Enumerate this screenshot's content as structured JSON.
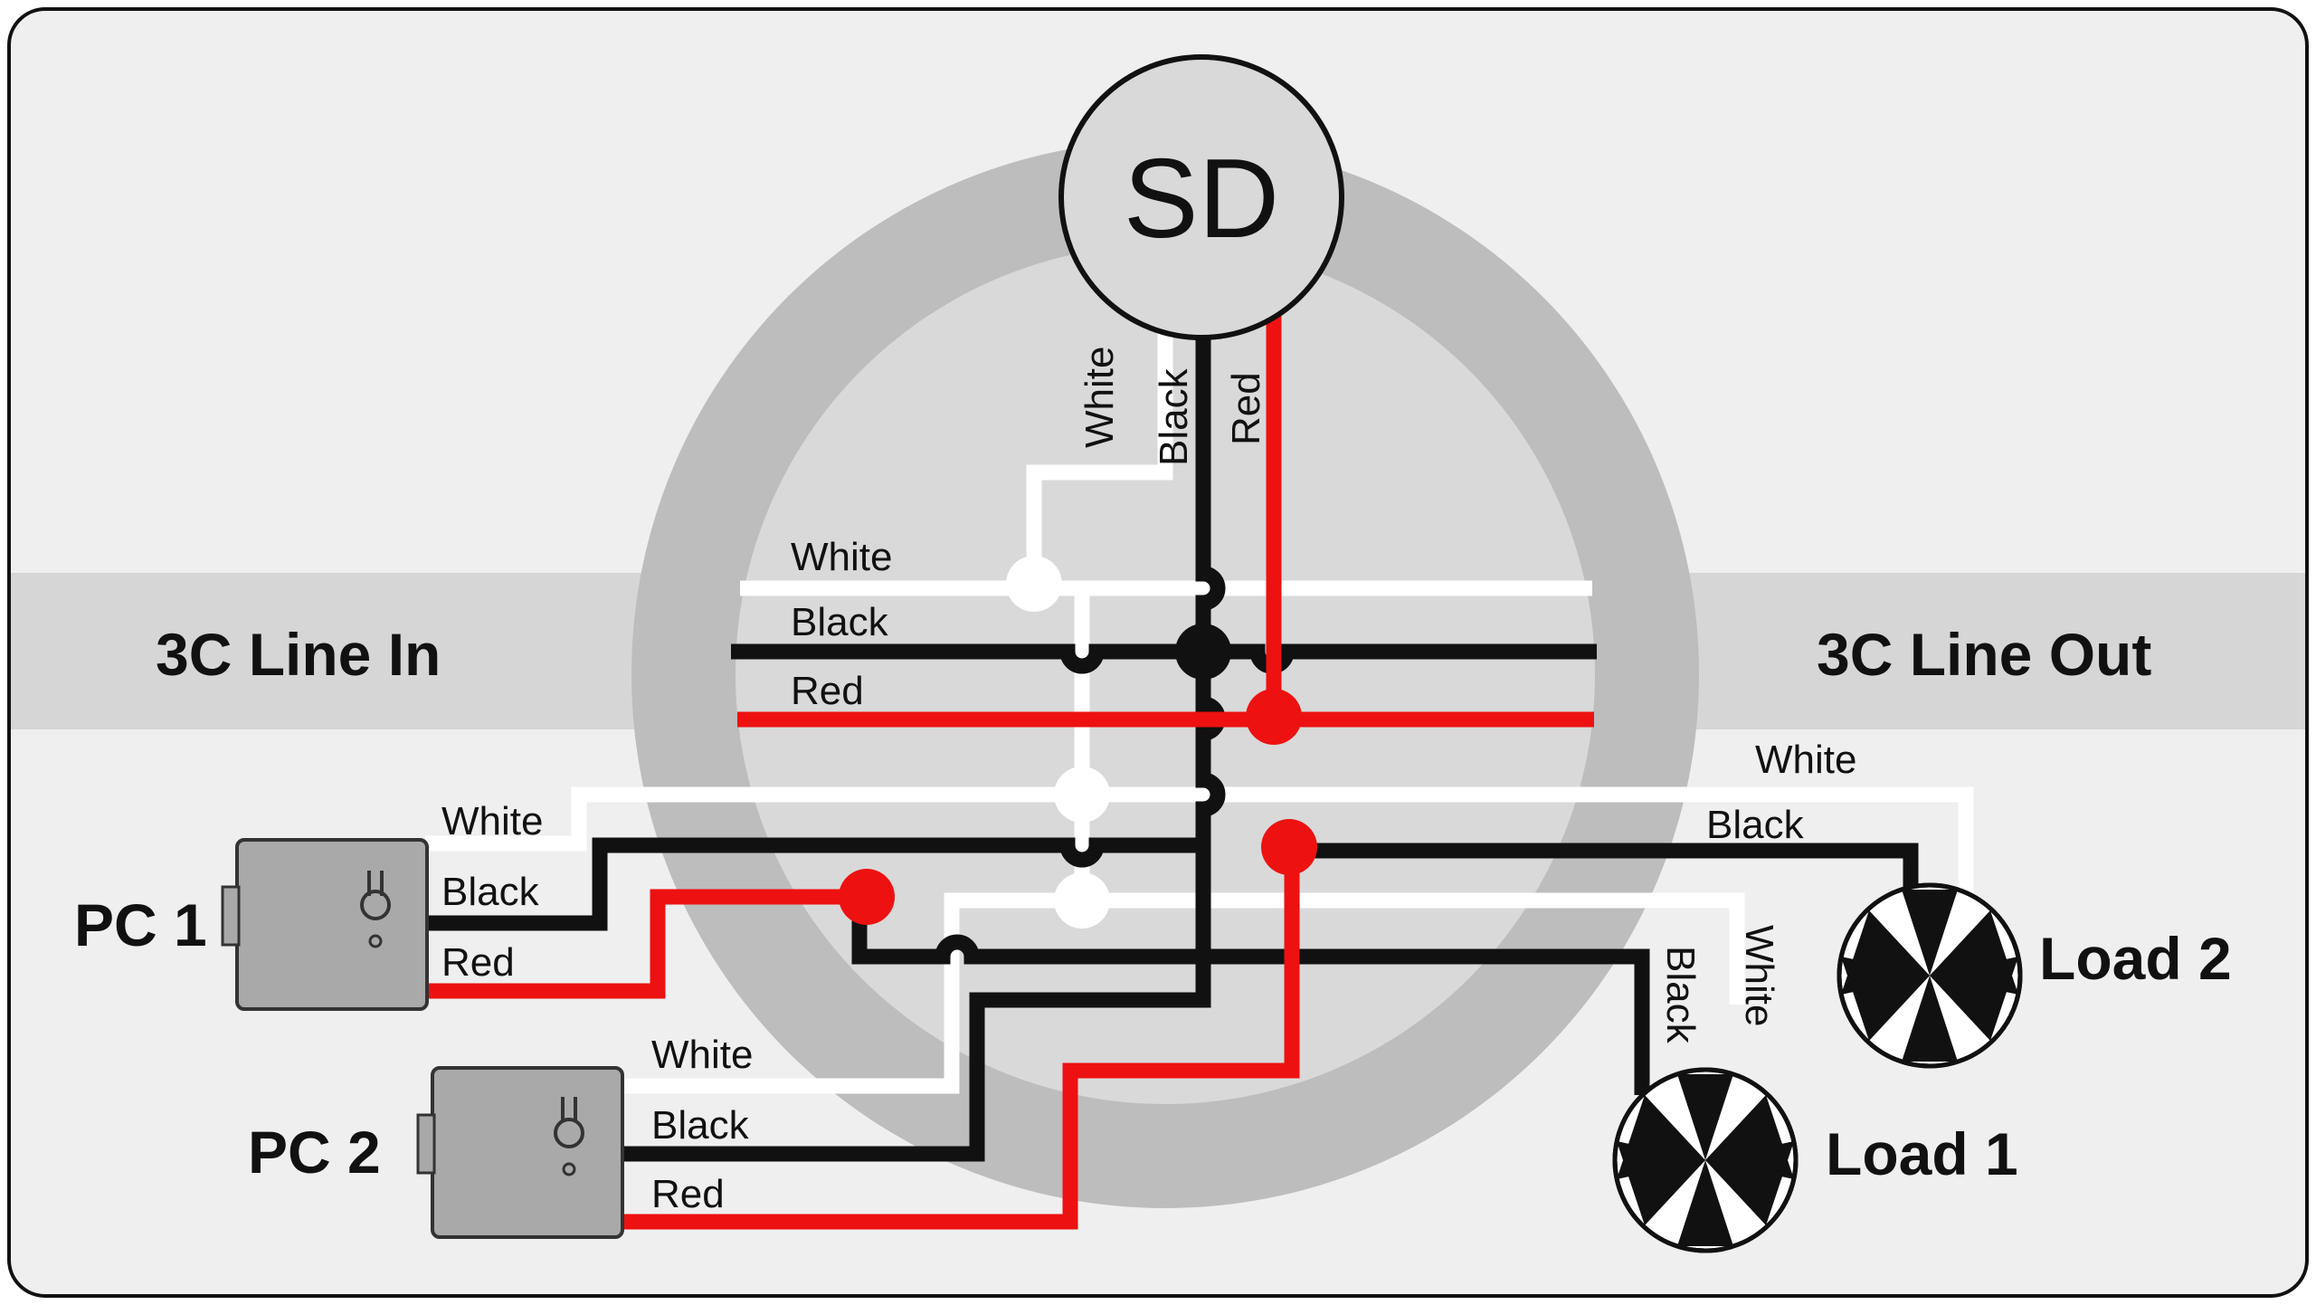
{
  "labels": {
    "line_in": "3C Line In",
    "line_out": "3C Line Out",
    "sd": "SD",
    "pc1": "PC 1",
    "pc2": "PC 2",
    "load1": "Load 1",
    "load2": "Load 2"
  },
  "wire_labels": {
    "sd_white": "White",
    "sd_black": "Black",
    "sd_red": "Red",
    "line_white": "White",
    "line_black": "Black",
    "line_red": "Red",
    "pc1_white": "White",
    "pc1_black": "Black",
    "pc1_red": "Red",
    "pc2_white": "White",
    "pc2_black": "Black",
    "pc2_red": "Red",
    "load2_white": "White",
    "load2_black": "Black",
    "load1_black": "Black",
    "load1_white": "White"
  },
  "colors": {
    "background": "#efefef",
    "band": "#d6d6d6",
    "ring": "#bdbdbd",
    "inner_circle": "#d9d9d9",
    "wire_black": "#111111",
    "wire_red": "#ee1111",
    "wire_white": "#ffffff",
    "device": "#a9a9a9"
  }
}
